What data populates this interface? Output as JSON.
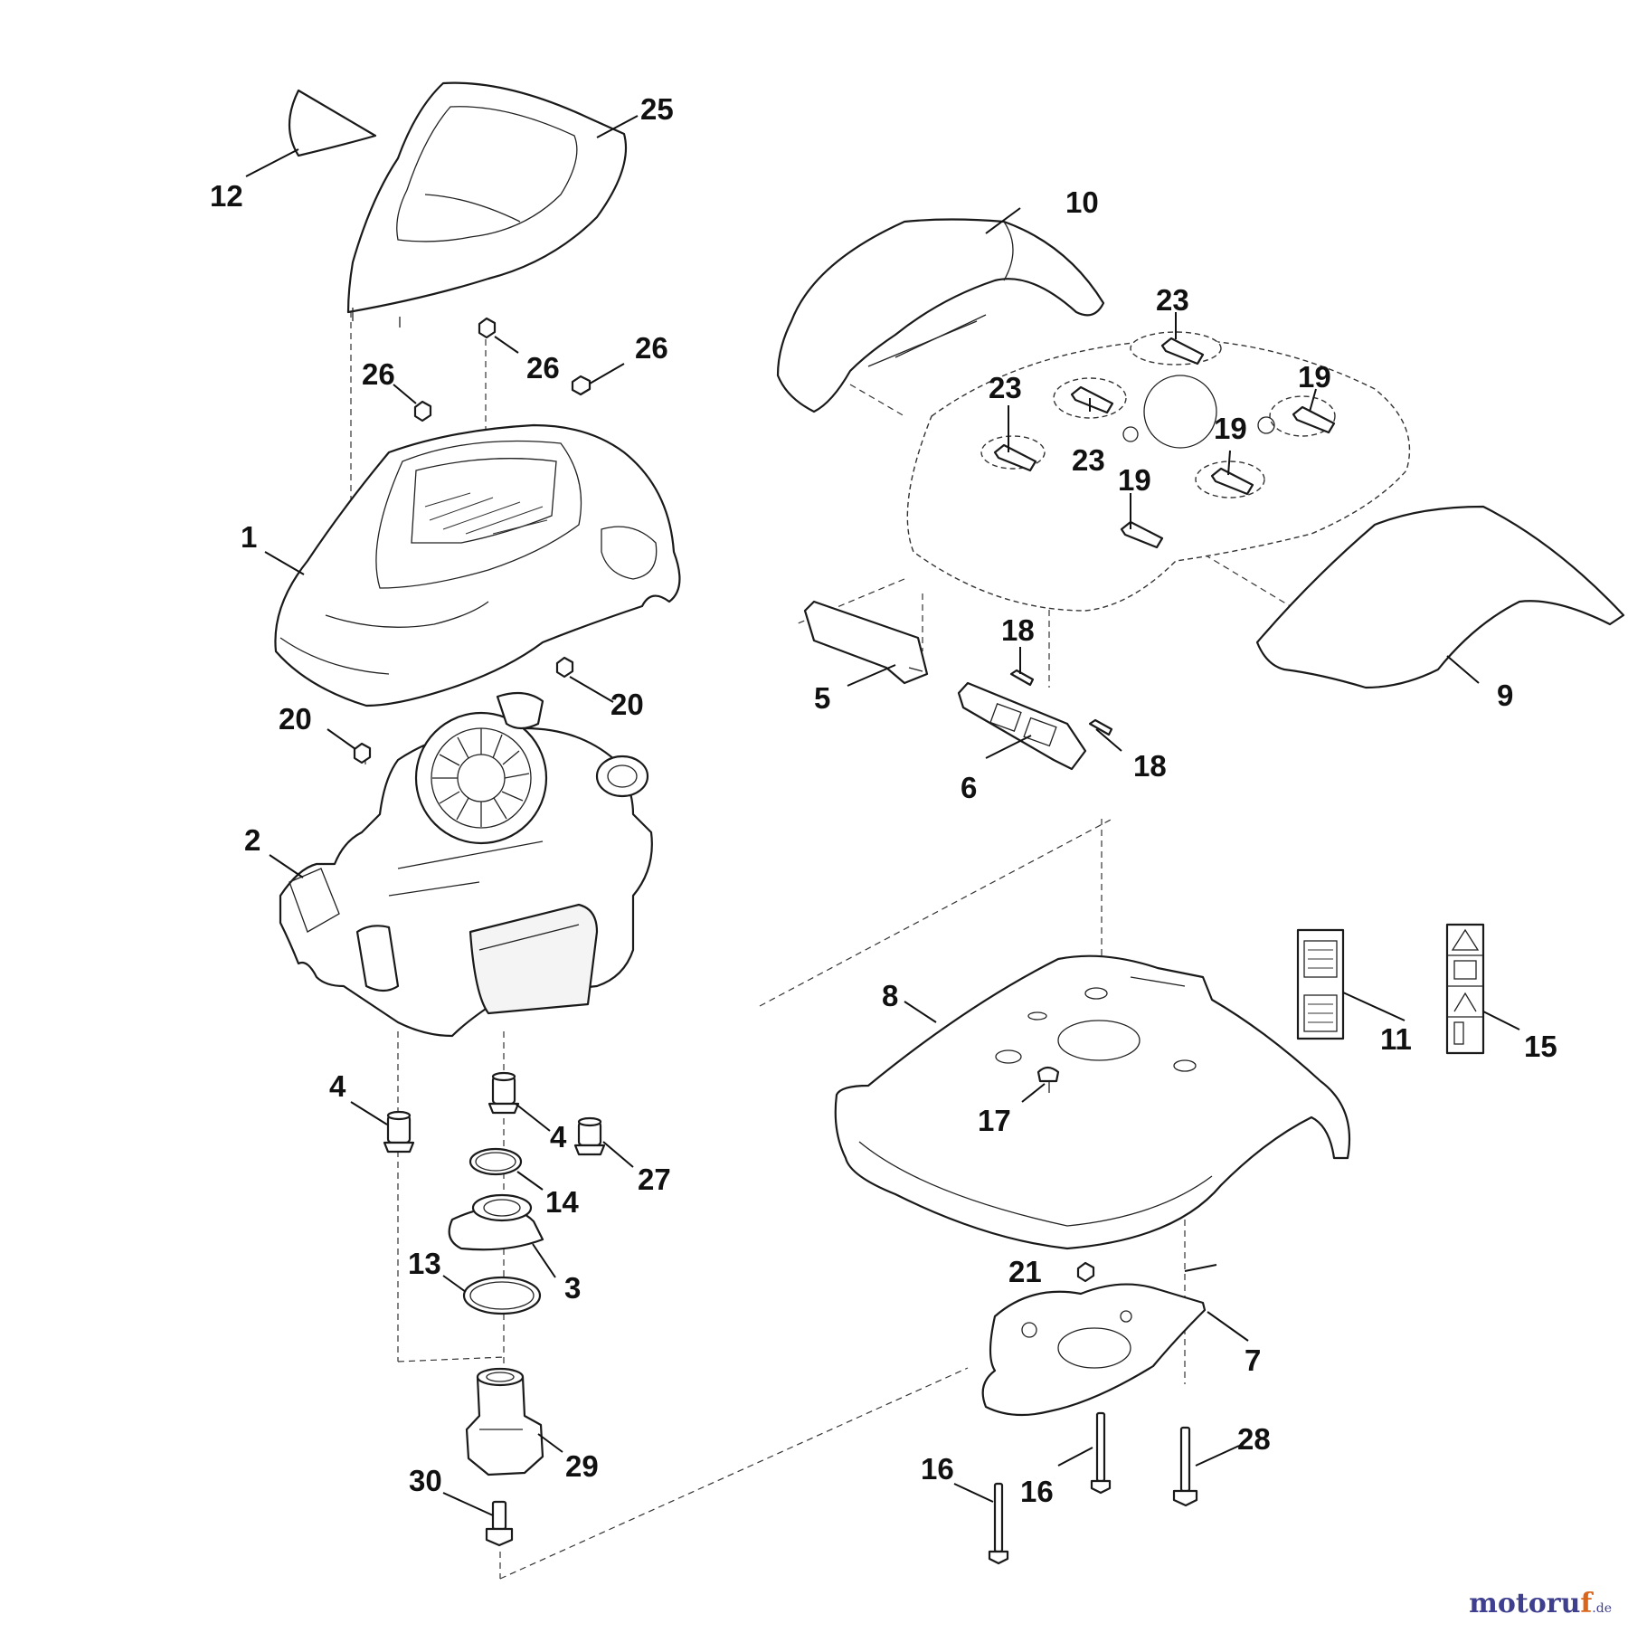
{
  "diagram": {
    "callouts": {
      "c1": "1",
      "c2": "2",
      "c3": "3",
      "c4a": "4",
      "c4b": "4",
      "c5": "5",
      "c6": "6",
      "c7": "7",
      "c8": "8",
      "c9": "9",
      "c10": "10",
      "c11": "11",
      "c12": "12",
      "c13": "13",
      "c14": "14",
      "c15": "15",
      "c16a": "16",
      "c16b": "16",
      "c17": "17",
      "c18a": "18",
      "c18b": "18",
      "c19a": "19",
      "c19b": "19",
      "c19c": "19",
      "c20a": "20",
      "c20b": "20",
      "c21": "21",
      "c23a": "23",
      "c23b": "23",
      "c23c": "23",
      "c25": "25",
      "c26a": "26",
      "c26b": "26",
      "c26c": "26",
      "c27": "27",
      "c28": "28",
      "c29": "29",
      "c30": "30"
    }
  },
  "watermark": {
    "main": "motoru",
    "accent": "f",
    "tld": ".de",
    "colors": {
      "main": "#3f3f8f",
      "accent": "#d9661a"
    }
  }
}
